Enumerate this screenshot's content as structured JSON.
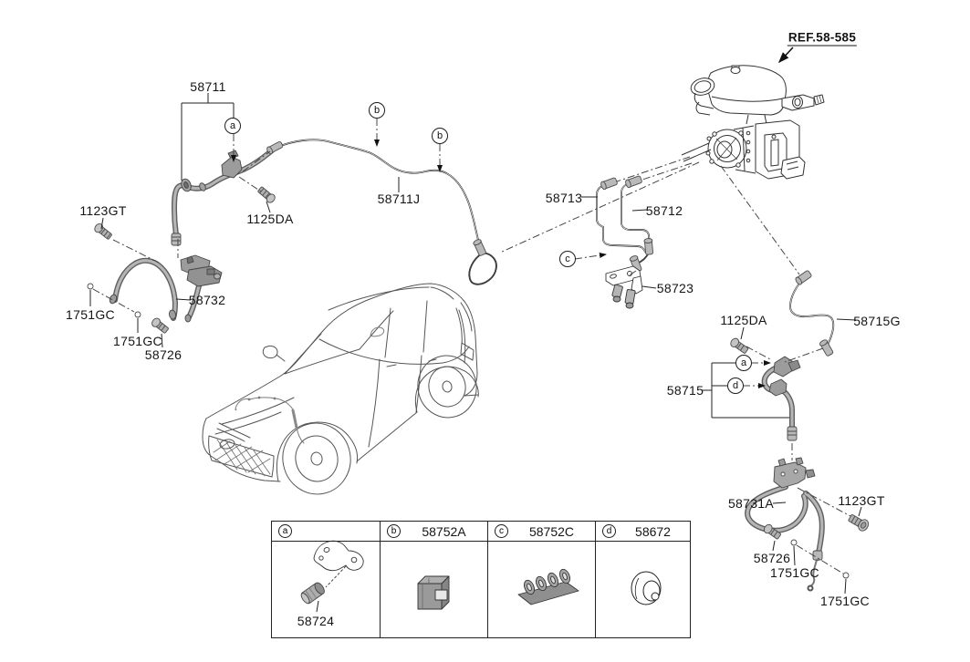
{
  "diagram": {
    "ref_callout": "REF.58-585",
    "part_labels": {
      "p58711": "58711",
      "p58711J": "58711J",
      "p58713": "58713",
      "p58712": "58712",
      "p58723": "58723",
      "p58715G": "58715G",
      "p58715": "58715",
      "p58731A": "58731A",
      "p58732": "58732",
      "p1123GT_front": "1123GT",
      "p1123GT_rear": "1123GT",
      "p1125DA_front": "1125DA",
      "p1125DA_rear": "1125DA",
      "p58726_front": "58726",
      "p58726_rear": "58726",
      "p1751GC_front_upper": "1751GC",
      "p1751GC_front_lower": "1751GC",
      "p1751GC_rear_upper": "1751GC",
      "p1751GC_rear_lower": "1751GC"
    },
    "callouts": [
      {
        "letter": "a"
      },
      {
        "letter": "b"
      },
      {
        "letter": "b"
      },
      {
        "letter": "c"
      },
      {
        "letter": "a"
      },
      {
        "letter": "d"
      }
    ],
    "legend": {
      "columns": [
        {
          "callout": "a",
          "part_no": "",
          "cell_part": "58724"
        },
        {
          "callout": "b",
          "part_no": "58752A"
        },
        {
          "callout": "c",
          "part_no": "58752C"
        },
        {
          "callout": "d",
          "part_no": "58672"
        }
      ]
    },
    "colors": {
      "line": "#2b2b2b",
      "hose_fill": "#a9a9a9",
      "part_fill": "#9a9a9a",
      "background": "#ffffff"
    }
  }
}
